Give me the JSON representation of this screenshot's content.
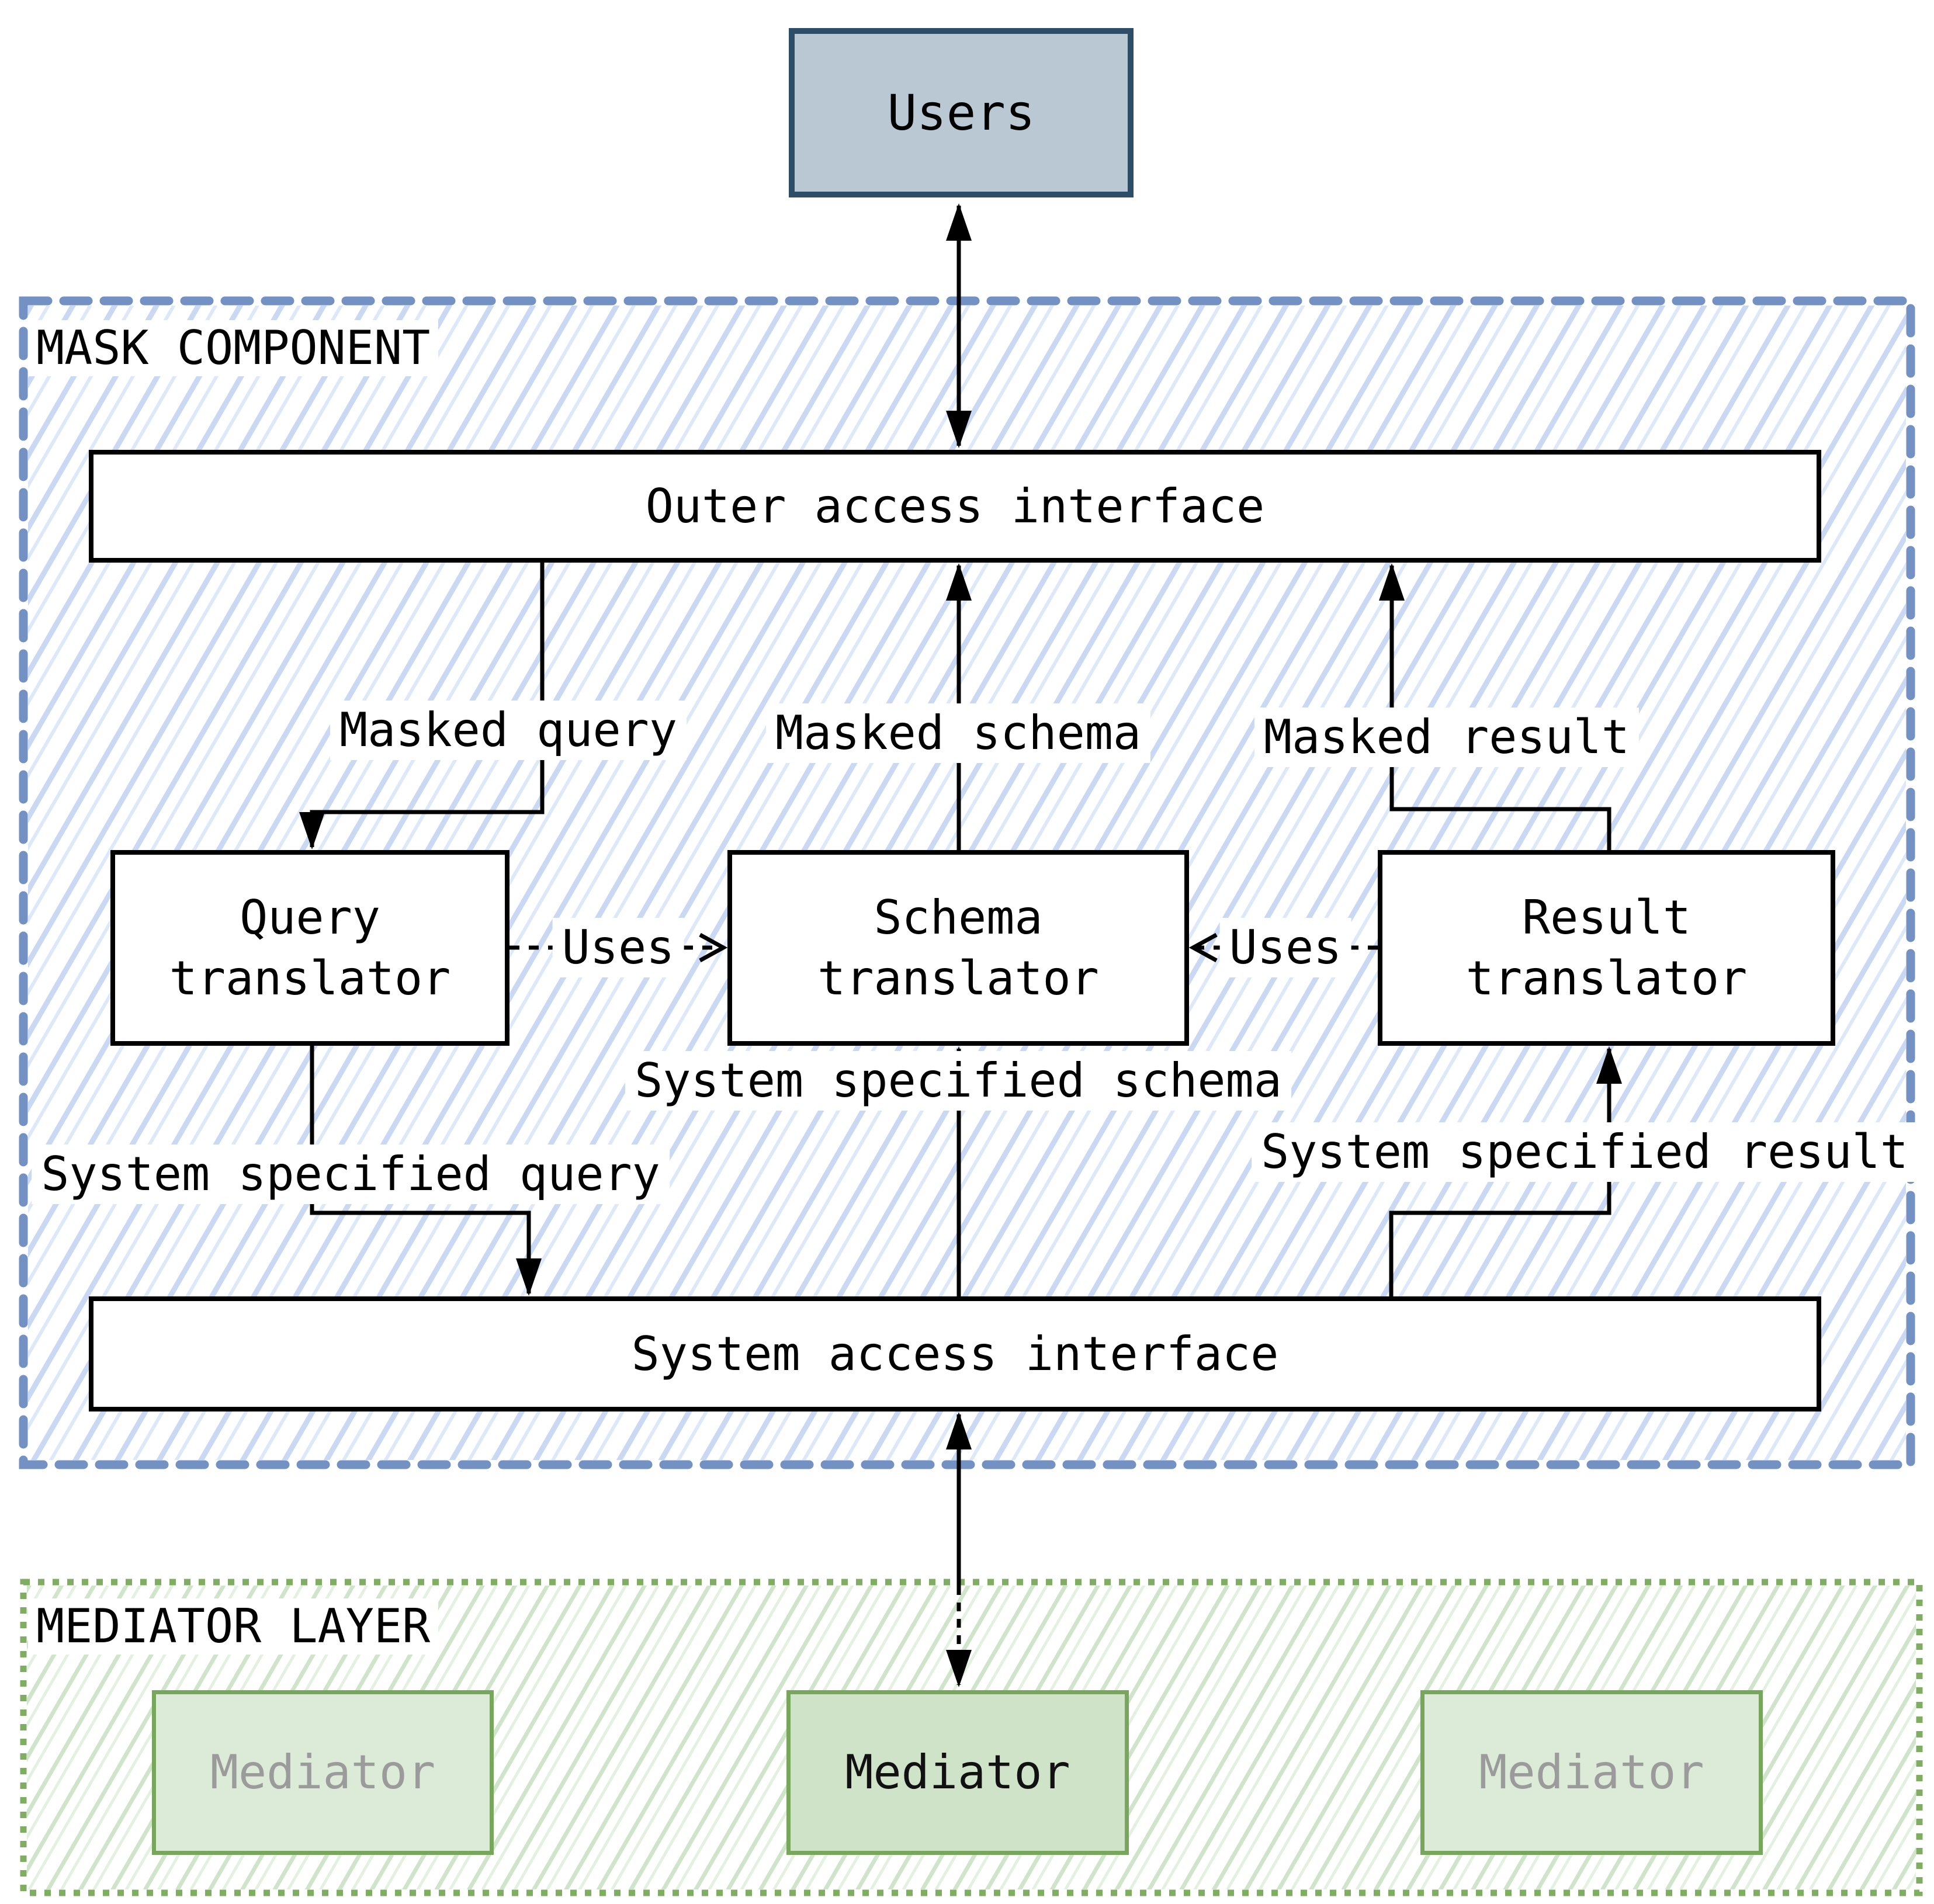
{
  "users_label": "Users",
  "mask": {
    "title": "MASK COMPONENT",
    "outer_interface": "Outer access interface",
    "system_interface": "System access interface",
    "translators": [
      {
        "id": "query",
        "lines": [
          "Query",
          "translator"
        ]
      },
      {
        "id": "schema",
        "lines": [
          "Schema",
          "translator"
        ]
      },
      {
        "id": "result",
        "lines": [
          "Result",
          "translator"
        ]
      }
    ],
    "flow_labels": {
      "masked_query": "Masked query",
      "masked_schema": "Masked schema",
      "masked_result": "Masked result",
      "uses_left": "Uses",
      "uses_right": "Uses",
      "system_specified_query": "System specified query",
      "system_specified_schema": "System specified schema",
      "system_specified_result": "System specified result"
    }
  },
  "mediator_layer": {
    "title": "MEDIATOR LAYER",
    "boxes": [
      {
        "label": "Mediator",
        "emphasis": false
      },
      {
        "label": "Mediator",
        "emphasis": true
      },
      {
        "label": "Mediator",
        "emphasis": false
      }
    ]
  },
  "colors": {
    "users_fill": "#b9c8d3",
    "users_border": "#2e4d69",
    "mask_border": "#7391c2",
    "mask_hatch": "#c9d9f3",
    "mediator_border": "#7fae63",
    "mediator_hatch": "#cfe5c9",
    "mediator_box_border": "#78a65c",
    "mediator_box_fill": "#dcebd7",
    "mediator_box_fill_center": "#cfe3c9",
    "mediator_text_dim": "#9b9b9b"
  }
}
